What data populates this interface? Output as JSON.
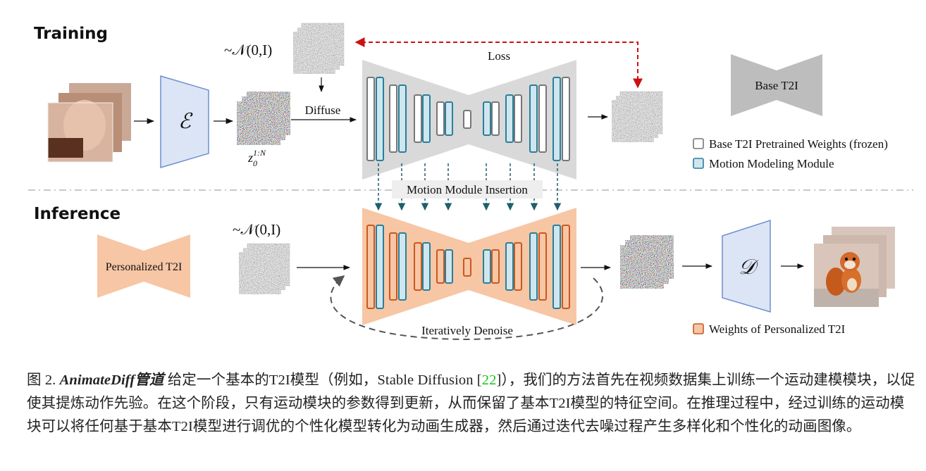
{
  "sections": {
    "training": "Training",
    "inference": "Inference"
  },
  "training": {
    "noise_label": "~𝒩(0,I)",
    "encoder_symbol": "ℰ",
    "latent_label_base": "z",
    "latent_sub": "0",
    "latent_sup": "1:N",
    "diffuse_label": "Diffuse",
    "loss_label": "Loss"
  },
  "base_model": {
    "label": "Base T2I"
  },
  "legend": {
    "frozen": "Base T2I Pretrained Weights (frozen)",
    "motion": "Motion Modeling Module",
    "personalized": "Weights of Personalized T2I"
  },
  "insertion_label": "Motion Module Insertion",
  "inference": {
    "personalized_label": "Personalized T2I",
    "noise_label": "~𝒩(0,I)",
    "denoise_label": "Iteratively Denoise",
    "decoder_symbol": "𝒟"
  },
  "colors": {
    "frozen": "#d9d9d9",
    "motion": "#2a7f9a",
    "personalized": "#f7c6a5",
    "personalized_stroke": "#c9581f",
    "loss_arrow": "#cc1111",
    "encoder": "#dce5f6"
  },
  "caption": {
    "fig": "图 2.",
    "title": "AnimateDiff管道",
    "text1": " 给定一个基本的T2I模型（例如，Stable Diffusion [",
    "ref": "22",
    "text2": "]），我们的方法首先在视频数据集上训练一个运动建模模块，以促使其提炼动作先验。在这个阶段，只有运动模块的参数得到更新，从而保留了基本T2I模型的特征空间。在推理过程中，经过训练的运动模块可以将任何基于基本T2I模型进行调优的个性化模型转化为动画生成器，然后通过迭代去噪过程产生多样化和个性化的动画图像。"
  }
}
